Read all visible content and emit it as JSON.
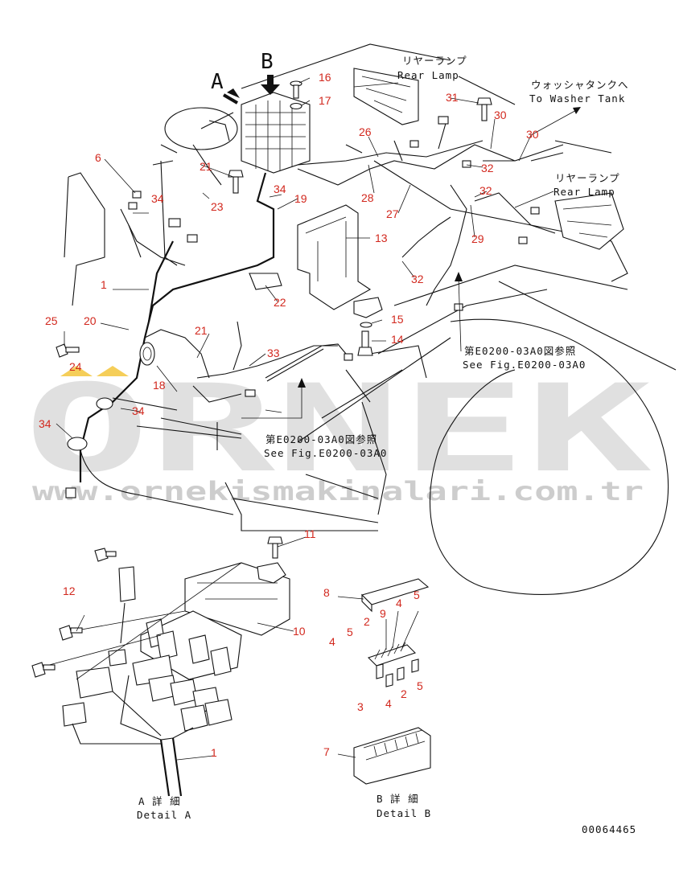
{
  "callouts": [
    "1",
    "2",
    "3",
    "4",
    "5",
    "6",
    "7",
    "8",
    "9",
    "10",
    "11",
    "12",
    "13",
    "14",
    "15",
    "16",
    "17",
    "18",
    "19",
    "20",
    "21",
    "22",
    "23",
    "24",
    "25",
    "26",
    "27",
    "28",
    "29",
    "30",
    "31",
    "32",
    "33",
    "34"
  ],
  "view_markers": {
    "a": "A",
    "b": "B"
  },
  "labels": {
    "rear_lamp_jp": "リヤーランプ",
    "rear_lamp_en": "Rear Lamp",
    "washer_jp": "ウォッシャタンクへ",
    "washer_en": "To Washer Tank",
    "see_fig_jp": "第E0200-03A0図参照",
    "see_fig_en": "See Fig.E0200-03A0",
    "detail_a_jp": "A 詳 細",
    "detail_a_en": "Detail A",
    "detail_b_jp": "B 詳 細",
    "detail_b_en": "Detail B",
    "drawing_no": "00064465"
  },
  "watermark": {
    "brand": "ORNEK",
    "url": "www.ornekismakinalari.com.tr",
    "accent_color": "#f2c230"
  },
  "colors": {
    "callout": "#d2281e",
    "line": "#111111"
  }
}
